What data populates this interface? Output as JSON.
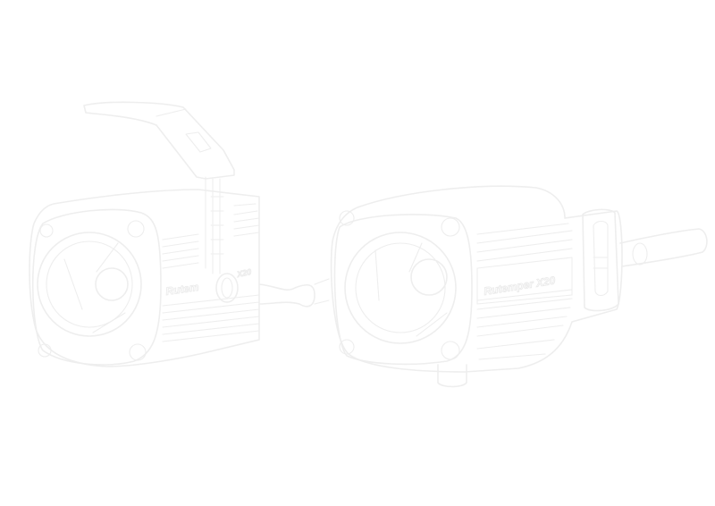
{
  "illustration": {
    "description": "Faint line drawing of two devices connected by a short cable",
    "stroke_color": "#eeeeee",
    "background_color": "#ffffff",
    "left_device": {
      "name": "device-left",
      "brand_label": "Rutem",
      "model_label": "X20"
    },
    "right_device": {
      "name": "device-right",
      "brand_label": "Rutemper X20"
    }
  }
}
